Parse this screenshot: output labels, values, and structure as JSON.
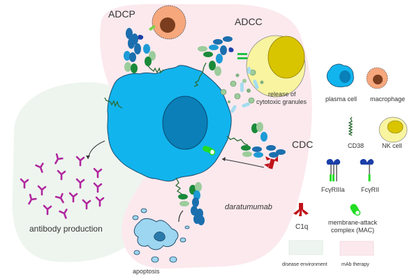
{
  "diagram": {
    "mechanisms": {
      "adcp": "ADCP",
      "adcc": "ADCC",
      "cdc": "CDC"
    },
    "annotations": {
      "granules_line1": "release of",
      "granules_line2": "cytotoxic granules",
      "drug": "daratumumab",
      "apoptosis": "apoptosis",
      "antibody_production": "antibody production"
    },
    "legend": {
      "items": [
        {
          "key": "plasma-cell",
          "label": "plasma cell"
        },
        {
          "key": "macrophage",
          "label": "macrophage"
        },
        {
          "key": "cd38",
          "label": "CD38"
        },
        {
          "key": "nk-cell",
          "label": "NK cell"
        },
        {
          "key": "fcgr3a",
          "label": "FcγRIIIa"
        },
        {
          "key": "fcgr2",
          "label": "FcγRII"
        },
        {
          "key": "c1q",
          "label": "C1q"
        },
        {
          "key": "mac",
          "label_line1": "membrane-attack",
          "label_line2": "complex (MAC)"
        },
        {
          "key": "disease-env",
          "label": "disease environment"
        },
        {
          "key": "mab-therapy",
          "label": "mAb therapy"
        }
      ]
    },
    "colors": {
      "plasma_cell": "#12b4ee",
      "plasma_nucleus": "#0a7fb8",
      "macrophage": "#f6a77c",
      "macrophage_nucleus": "#7a3e1e",
      "nk_cell": "#f8f4a0",
      "nk_nucleus": "#d9c400",
      "antibody_magenta": "#b0279e",
      "c1q_red": "#c0121a",
      "mac_green": "#22dd22",
      "cd38_green": "#2a6a32",
      "disease_env_bg": "#eef5ef",
      "mab_therapy_bg": "#fbe9ee",
      "receptor_blue": "#1c3fa8"
    }
  }
}
